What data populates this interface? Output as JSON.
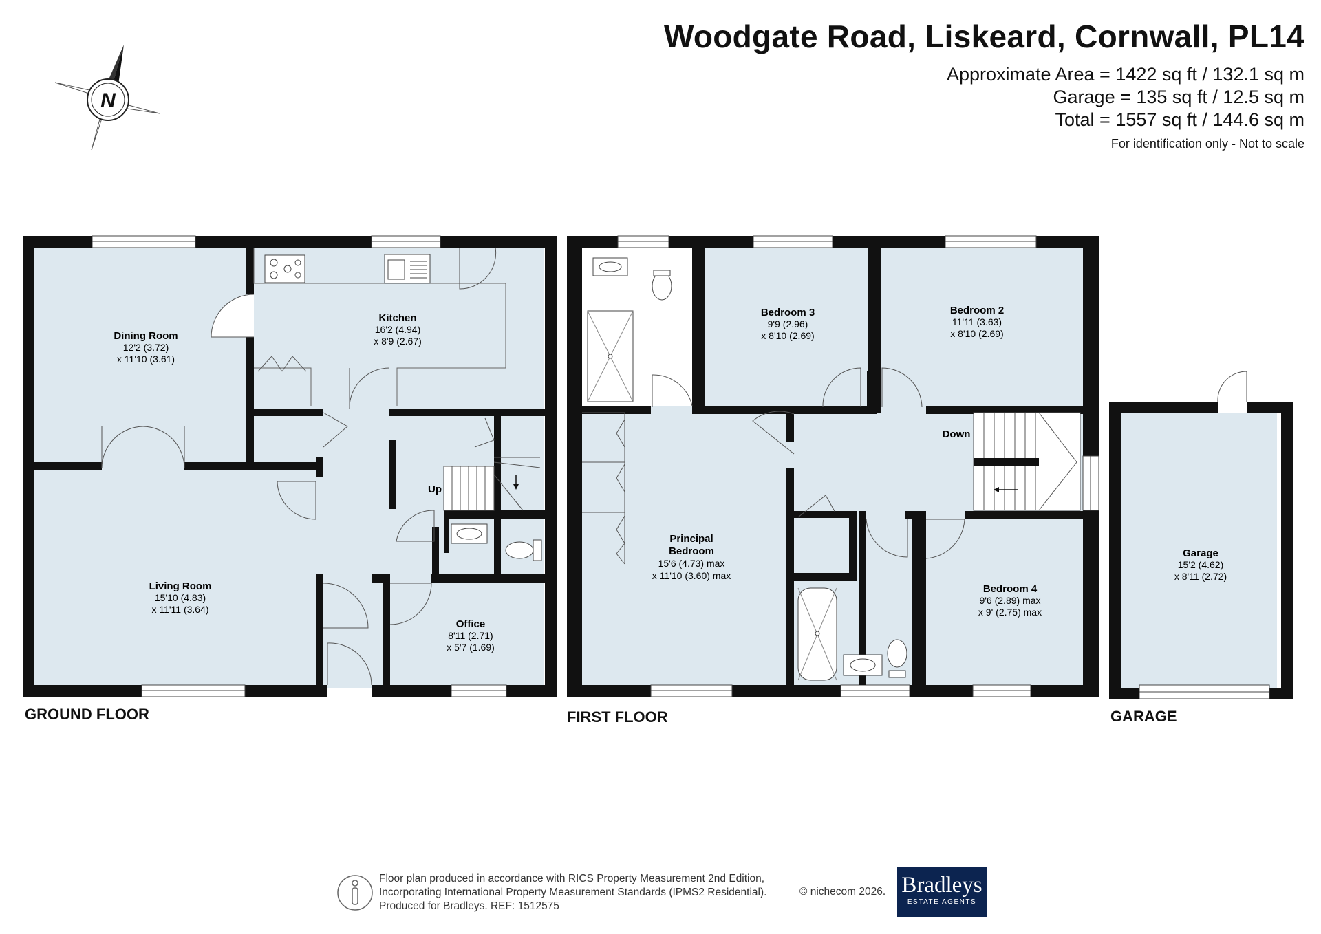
{
  "header": {
    "title": "Woodgate Road, Liskeard, Cornwall, PL14",
    "area_line": "Approximate Area = 1422 sq ft / 132.1 sq m",
    "garage_line": "Garage = 135 sq ft / 12.5 sq m",
    "total_line": "Total = 1557 sq ft / 144.6 sq m",
    "note": "For identification only - Not to scale"
  },
  "compass": {
    "letter": "N"
  },
  "floors": {
    "ground": "GROUND FLOOR",
    "first": "FIRST FLOOR",
    "garage": "GARAGE"
  },
  "rooms": {
    "dining": {
      "name": "Dining Room",
      "dim1": "12'2 (3.72)",
      "dim2": "x 11'10 (3.61)"
    },
    "kitchen": {
      "name": "Kitchen",
      "dim1": "16'2 (4.94)",
      "dim2": "x 8'9 (2.67)"
    },
    "living": {
      "name": "Living  Room",
      "dim1": "15'10 (4.83)",
      "dim2": "x 11'11 (3.64)"
    },
    "office": {
      "name": "Office",
      "dim1": "8'11 (2.71)",
      "dim2": "x 5'7 (1.69)"
    },
    "bedroom3": {
      "name": "Bedroom 3",
      "dim1": "9'9 (2.96)",
      "dim2": "x 8'10 (2.69)"
    },
    "bedroom2": {
      "name": "Bedroom 2",
      "dim1": "11'11 (3.63)",
      "dim2": "x 8'10 (2.69)"
    },
    "principal": {
      "name1": "Principal",
      "name2": "Bedroom",
      "dim1": "15'6 (4.73) max",
      "dim2": "x 11'10 (3.60) max"
    },
    "bedroom4": {
      "name": "Bedroom 4",
      "dim1": "9'6 (2.89) max",
      "dim2": "x 9' (2.75) max"
    },
    "garage": {
      "name": "Garage",
      "dim1": "15'2 (4.62)",
      "dim2": "x 8'11 (2.72)"
    }
  },
  "stairs": {
    "up": "Up",
    "down": "Down"
  },
  "footer": {
    "line1": "Floor plan produced in accordance with RICS Property Measurement 2nd Edition,",
    "line2": "Incorporating International Property Measurement Standards (IPMS2 Residential).",
    "line3": "Produced for Bradleys.   REF: 1512575",
    "copyright": "© nichecom 2026.",
    "logo_name": "Bradleys",
    "logo_sub": "ESTATE AGENTS"
  },
  "colors": {
    "wall": "#111111",
    "floor": "#dde8ef",
    "brand": "#0c2450"
  }
}
